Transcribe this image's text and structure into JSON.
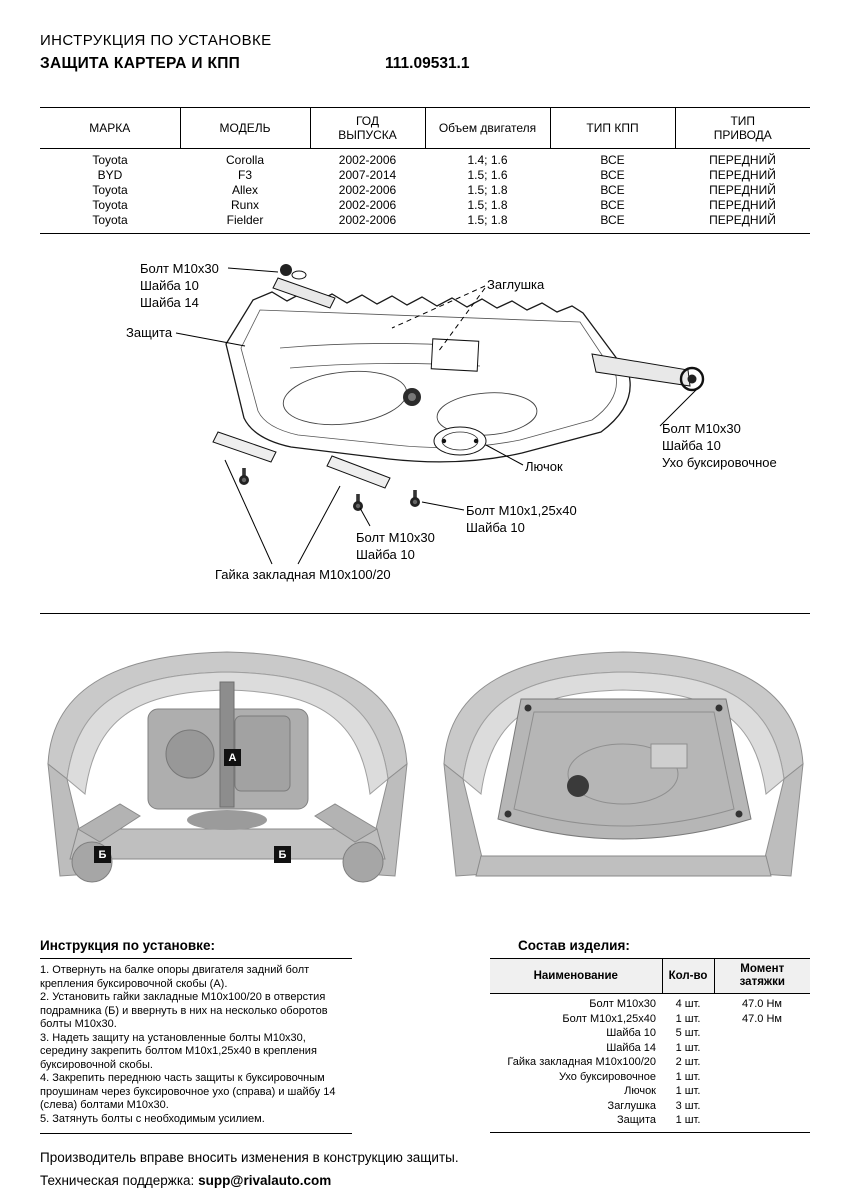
{
  "header": {
    "subtitle": "ИНСТРУКЦИЯ ПО УСТАНОВКЕ",
    "title": "ЗАЩИТА КАРТЕРА И КПП",
    "part_number": "111.09531.1"
  },
  "fitment_table": {
    "columns": [
      "МАРКА",
      "МОДЕЛЬ",
      "ГОД\nВЫПУСКА",
      "Объем двигателя",
      "ТИП КПП",
      "ТИП\nПРИВОДА"
    ],
    "rows": [
      [
        "Toyota",
        "Corolla",
        "2002-2006",
        "1.4; 1.6",
        "ВСЕ",
        "ПЕРЕДНИЙ"
      ],
      [
        "BYD",
        "F3",
        "2007-2014",
        "1.5; 1.6",
        "ВСЕ",
        "ПЕРЕДНИЙ"
      ],
      [
        "Toyota",
        "Allex",
        "2002-2006",
        "1.5; 1.8",
        "ВСЕ",
        "ПЕРЕДНИЙ"
      ],
      [
        "Toyota",
        "Runx",
        "2002-2006",
        "1.5; 1.8",
        "ВСЕ",
        "ПЕРЕДНИЙ"
      ],
      [
        "Toyota",
        "Fielder",
        "2002-2006",
        "1.5; 1.8",
        "ВСЕ",
        "ПЕРЕДНИЙ"
      ]
    ]
  },
  "diagram": {
    "labels": {
      "bolt_top_left": "Болт М10х30\nШайба 10\nШайба 14",
      "shield": "Защита",
      "plug": "Заглушка",
      "bolt_right": "Болт М10х30\nШайба 10\nУхо буксировочное",
      "hatch": "Лючок",
      "bolt_center": "Болт М10х1,25х40\nШайба 10",
      "bolt_bottom": "Болт М10х30\nШайба 10",
      "nut": "Гайка закладная М10х100/20"
    }
  },
  "photos": {
    "markers": {
      "a": "А",
      "b_left": "Б",
      "b_right": "Б"
    }
  },
  "instructions": {
    "title": "Инструкция по установке:",
    "steps": [
      "1. Отвернуть на балке опоры двигателя задний болт крепления буксировочной скобы (А).",
      "2. Установить гайки закладные М10х100/20 в отверстия подрамника (Б) и ввернуть в них на несколько оборотов болты М10х30.",
      "3. Надеть защиту на установленные болты М10х30, середину закрепить болтом М10х1,25х40 в крепления буксировочной скобы.",
      "4. Закрепить переднюю часть защиты к буксировочным проушинам через буксировочное ухо (справа) и шайбу 14 (слева) болтами М10х30.",
      "5. Затянуть болты с необходимым усилием."
    ]
  },
  "parts": {
    "title": "Состав изделия:",
    "columns": [
      "Наименование",
      "Кол-во",
      "Момент затяжки"
    ],
    "rows": [
      [
        "Болт М10х30",
        "4 шт.",
        "47.0 Нм"
      ],
      [
        "Болт М10х1,25х40",
        "1 шт.",
        "47.0 Нм"
      ],
      [
        "Шайба 10",
        "5 шт.",
        ""
      ],
      [
        "Шайба 14",
        "1 шт.",
        ""
      ],
      [
        "Гайка закладная М10х100/20",
        "2 шт.",
        ""
      ],
      [
        "Ухо буксировочное",
        "1 шт.",
        ""
      ],
      [
        "Лючок",
        "1 шт.",
        ""
      ],
      [
        "Заглушка",
        "3 шт.",
        ""
      ],
      [
        "Защита",
        "1 шт.",
        ""
      ]
    ]
  },
  "footer": {
    "line1": "Производитель вправе вносить изменения в конструкцию защиты.",
    "support_label": "Техническая поддержка:",
    "support_email": "supp@rivalauto.com"
  }
}
